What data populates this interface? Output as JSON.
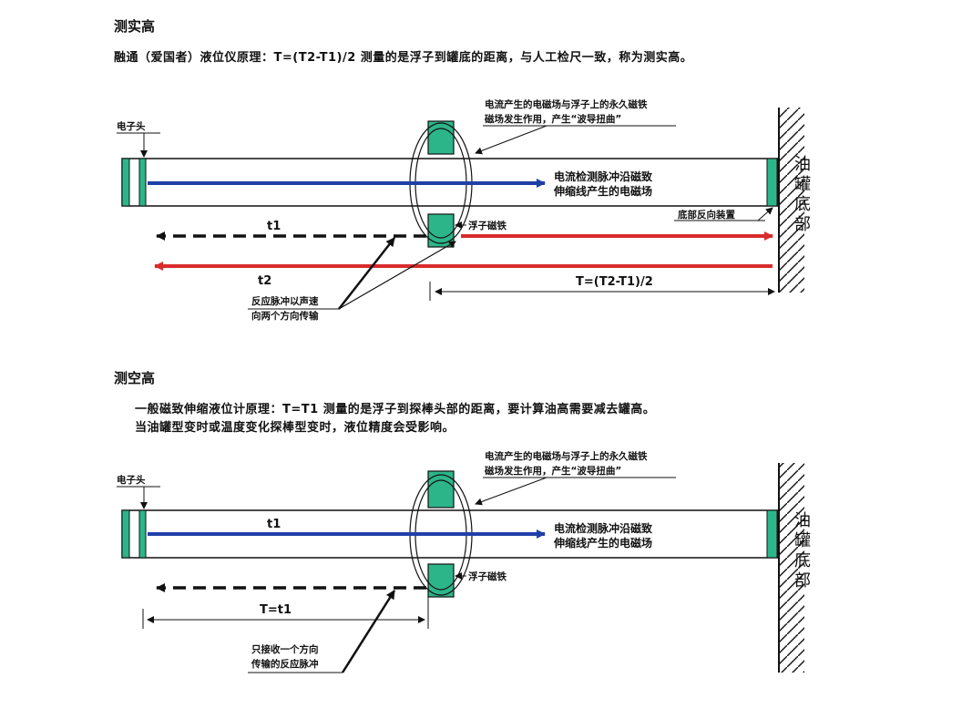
{
  "section1": {
    "heading": "测实高",
    "principle": "融通（爱国者）液位仪原理：T=(T2-T1)/2   测量的是浮子到罐底的距离，与人工检尺一致，称为测实高。",
    "labels": {
      "head": "电子头",
      "note_line1": "电流产生的电磁场与浮子上的永久磁铁",
      "note_line2": "磁场发生作用，产生“波导扭曲”",
      "pulse_line1": "电流检测脉冲沿磁致",
      "pulse_line2": "伸缩线产生的电磁场",
      "float": "浮子磁铁",
      "bottom_device": "底部反向装置",
      "t1": "t1",
      "t2": "t2",
      "formula": "T=(T2-T1)/2",
      "reflect_line1": "反应脉冲以声速",
      "reflect_line2": "向两个方向传输",
      "tank": [
        "油",
        "罐",
        "底",
        "部"
      ]
    }
  },
  "section2": {
    "heading": "测空高",
    "principle_line1": "一般磁致伸缩液位计原理：T=T1   测量的是浮子到探棒头部的距离，要计算油高需要减去罐高。",
    "principle_line2": "当油罐型变时或温度变化探棒型变时，液位精度会受影响。",
    "labels": {
      "head": "电子头",
      "note_line1": "电流产生的电磁场与浮子上的永久磁铁",
      "note_line2": "磁场发生作用，产生“波导扭曲”",
      "pulse_line1": "电流检测脉冲沿磁致",
      "pulse_line2": "伸缩线产生的电磁场",
      "float": "浮子磁铁",
      "t1": "t1",
      "formula": "T=t1",
      "reflect_line1": "只接收一个方向",
      "reflect_line2": "传输的反应脉冲",
      "tank": [
        "油",
        "罐",
        "底",
        "部"
      ]
    }
  },
  "colors": {
    "pipe_green": "#2db58a",
    "blue_arrow": "#1f3fa8",
    "red_arrow": "#d92b2b"
  }
}
